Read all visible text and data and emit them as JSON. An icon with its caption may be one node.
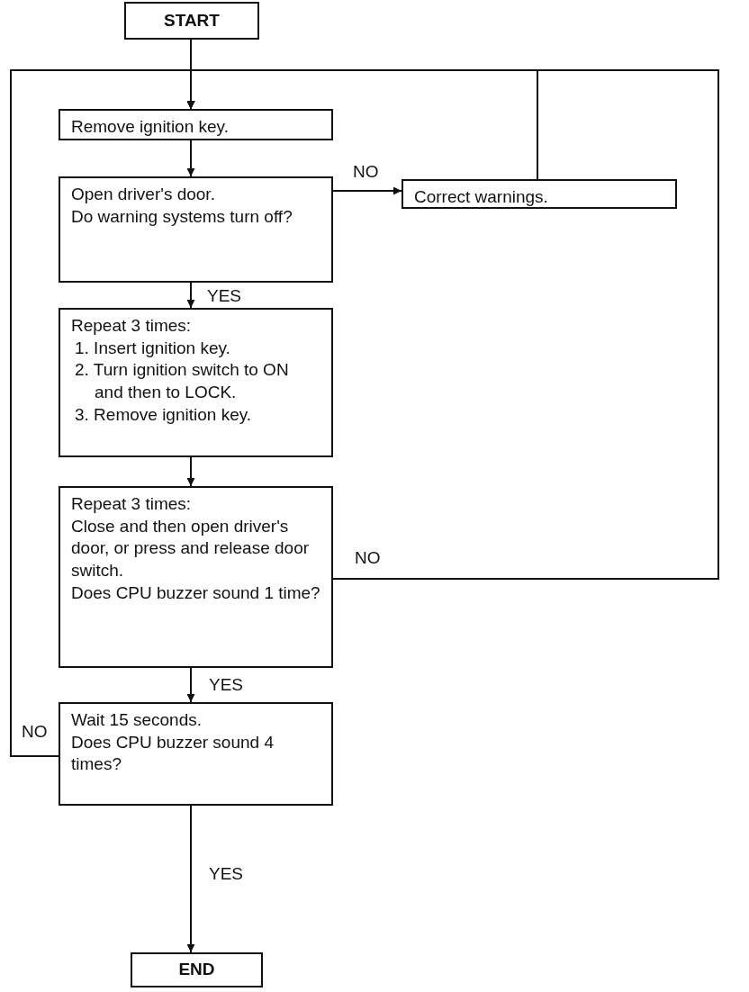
{
  "diagram": {
    "nodes": [
      {
        "text": [
          "START"
        ]
      },
      {
        "text": [
          "Remove ignition key."
        ]
      },
      {
        "text": [
          "Open driver's door.",
          "Do warning systems turn off?"
        ]
      },
      {
        "text": [
          "Correct warnings."
        ]
      },
      {
        "text": [
          "Repeat 3 times:",
          "1. Insert ignition key.",
          "2. Turn ignition switch to ON and then to LOCK.",
          "3. Remove ignition key."
        ]
      },
      {
        "text": [
          "Repeat 3 times:",
          "Close and then open driver's door, or press and release door switch.",
          "Does CPU buzzer sound 1 time?"
        ]
      },
      {
        "text": [
          "Wait 15 seconds.",
          "Does CPU buzzer sound 4 times?"
        ]
      },
      {
        "text": [
          "END"
        ]
      }
    ],
    "edges": [
      {
        "from": 0,
        "to": 1,
        "arrow": "to"
      },
      {
        "from": 1,
        "to": 2,
        "arrow": "to"
      },
      {
        "from": 2,
        "to": 3,
        "arrow": "to",
        "label": "NO"
      },
      {
        "from": 2,
        "to": 4,
        "arrow": "to",
        "label": "YES"
      },
      {
        "from": 3,
        "to": 1,
        "arrow": "to"
      },
      {
        "from": 4,
        "to": 5,
        "arrow": "to"
      },
      {
        "from": 5,
        "to": 1,
        "arrow": "to",
        "label": "NO"
      },
      {
        "from": 5,
        "to": 6,
        "arrow": "to",
        "label": "YES"
      },
      {
        "from": 6,
        "to": 1,
        "arrow": "to",
        "label": "NO"
      },
      {
        "from": 6,
        "to": 7,
        "arrow": "to",
        "label": "YES"
      }
    ]
  }
}
